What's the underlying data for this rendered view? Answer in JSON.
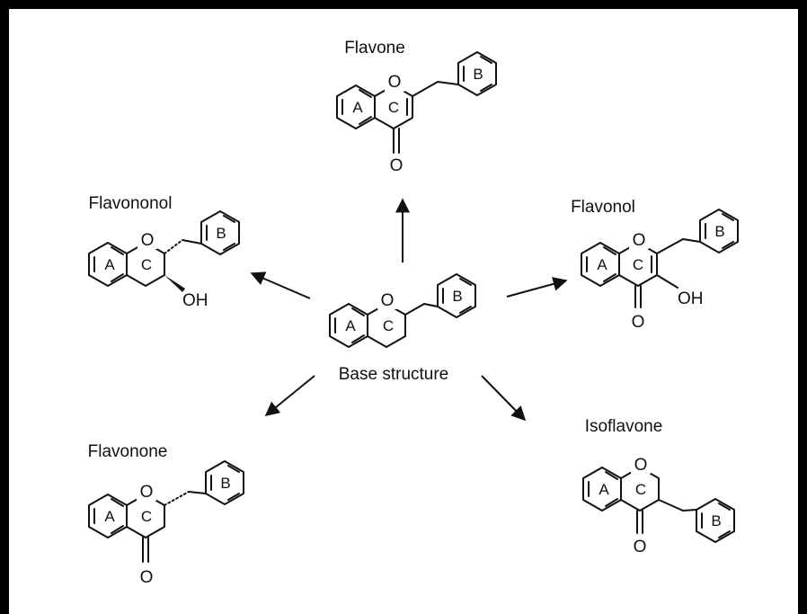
{
  "diagram": {
    "base": {
      "caption": "Base structure"
    },
    "compounds": {
      "flavone": "Flavone",
      "flavonol": "Flavonol",
      "flavononol": "Flavononol",
      "flavonone": "Flavonone",
      "isoflavone": "Isoflavone"
    },
    "rings": {
      "a": "A",
      "b": "B",
      "c": "C"
    },
    "atoms": {
      "oxygen": "O",
      "hydroxyl": "OH"
    }
  }
}
